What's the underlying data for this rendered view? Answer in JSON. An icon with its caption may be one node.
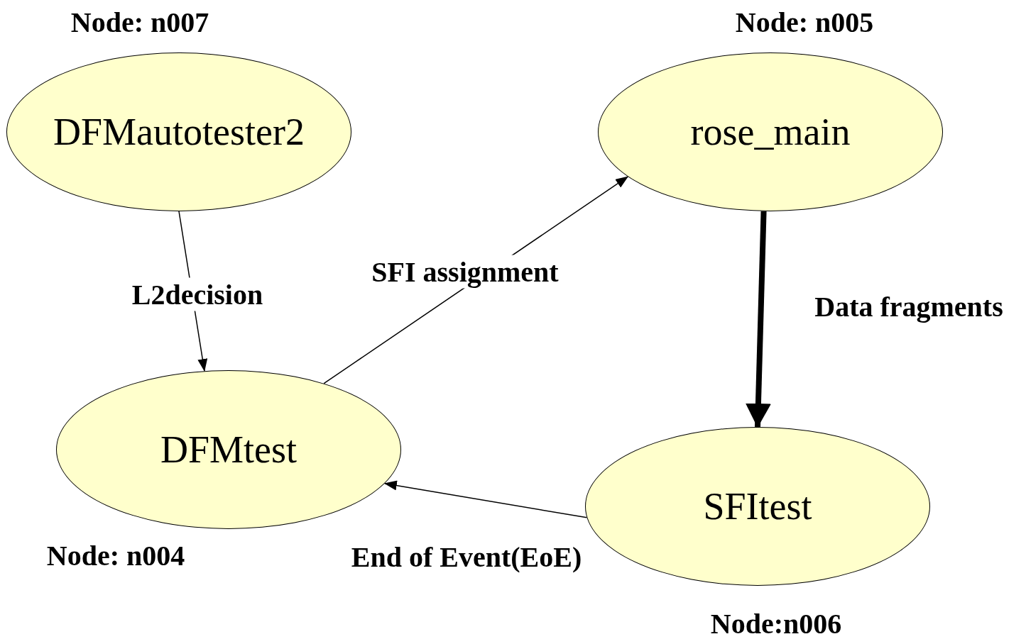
{
  "diagram": {
    "nodes": [
      {
        "text": [
          "DFMautotester2"
        ],
        "beside": [
          "Node: n007"
        ]
      },
      {
        "text": [
          "rose_main"
        ],
        "beside": [
          "Node: n005"
        ]
      },
      {
        "text": [
          "DFMtest"
        ],
        "beside": [
          "Node: n004"
        ]
      },
      {
        "text": [
          "SFItest"
        ],
        "beside": [
          "Node:n006"
        ]
      }
    ],
    "edges": [
      {
        "from": 0,
        "to": 2,
        "arrow": "to",
        "label": "L2decision"
      },
      {
        "from": 2,
        "to": 1,
        "arrow": "to",
        "label": "SFI assignment"
      },
      {
        "from": 1,
        "to": 3,
        "arrow": "to",
        "label": "Data fragments",
        "style": "thick"
      },
      {
        "from": 3,
        "to": 2,
        "arrow": "to",
        "label": "End of Event(EoE)"
      }
    ]
  }
}
